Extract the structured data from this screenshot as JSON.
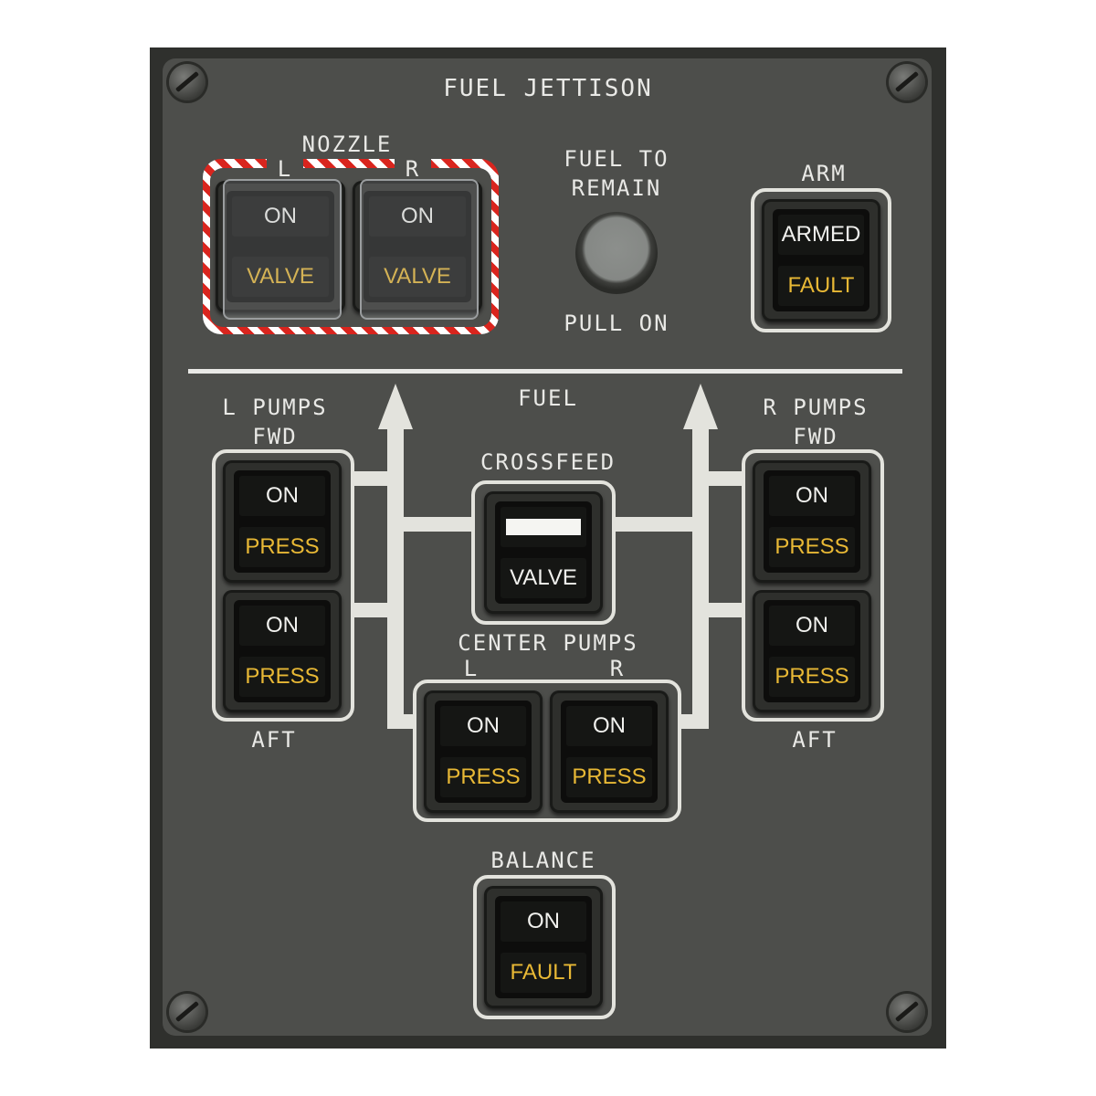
{
  "panel": {
    "title": "FUEL JETTISON",
    "fuel_section": "FUEL"
  },
  "jettison": {
    "nozzle_label": "NOZZLE",
    "nozzle_left": "L",
    "nozzle_right": "R",
    "left_valve": {
      "top": "ON",
      "bottom": "VALVE"
    },
    "right_valve": {
      "top": "ON",
      "bottom": "VALVE"
    },
    "fuel_to_remain_line1": "FUEL TO",
    "fuel_to_remain_line2": "REMAIN",
    "pull_on": "PULL ON",
    "arm_label": "ARM",
    "arm_switch": {
      "top": "ARMED",
      "bottom": "FAULT"
    }
  },
  "left_pumps": {
    "label_line1": "L PUMPS",
    "label_line2": "FWD",
    "aft_label": "AFT",
    "fwd": {
      "top": "ON",
      "bottom": "PRESS"
    },
    "aft": {
      "top": "ON",
      "bottom": "PRESS"
    }
  },
  "right_pumps": {
    "label_line1": "R PUMPS",
    "label_line2": "FWD",
    "aft_label": "AFT",
    "fwd": {
      "top": "ON",
      "bottom": "PRESS"
    },
    "aft": {
      "top": "ON",
      "bottom": "PRESS"
    }
  },
  "crossfeed": {
    "label": "CROSSFEED",
    "bottom": "VALVE"
  },
  "center_pumps": {
    "label": "CENTER PUMPS",
    "left_label": "L",
    "right_label": "R",
    "left": {
      "top": "ON",
      "bottom": "PRESS"
    },
    "right": {
      "top": "ON",
      "bottom": "PRESS"
    }
  },
  "balance": {
    "label": "BALANCE",
    "switch": {
      "top": "ON",
      "bottom": "FAULT"
    }
  },
  "colors": {
    "panel_face": "#4d4e4b",
    "legend_amber": "#e8b835",
    "legend_white": "#f1f1ee",
    "guard_stripe_red": "#d9251e"
  }
}
